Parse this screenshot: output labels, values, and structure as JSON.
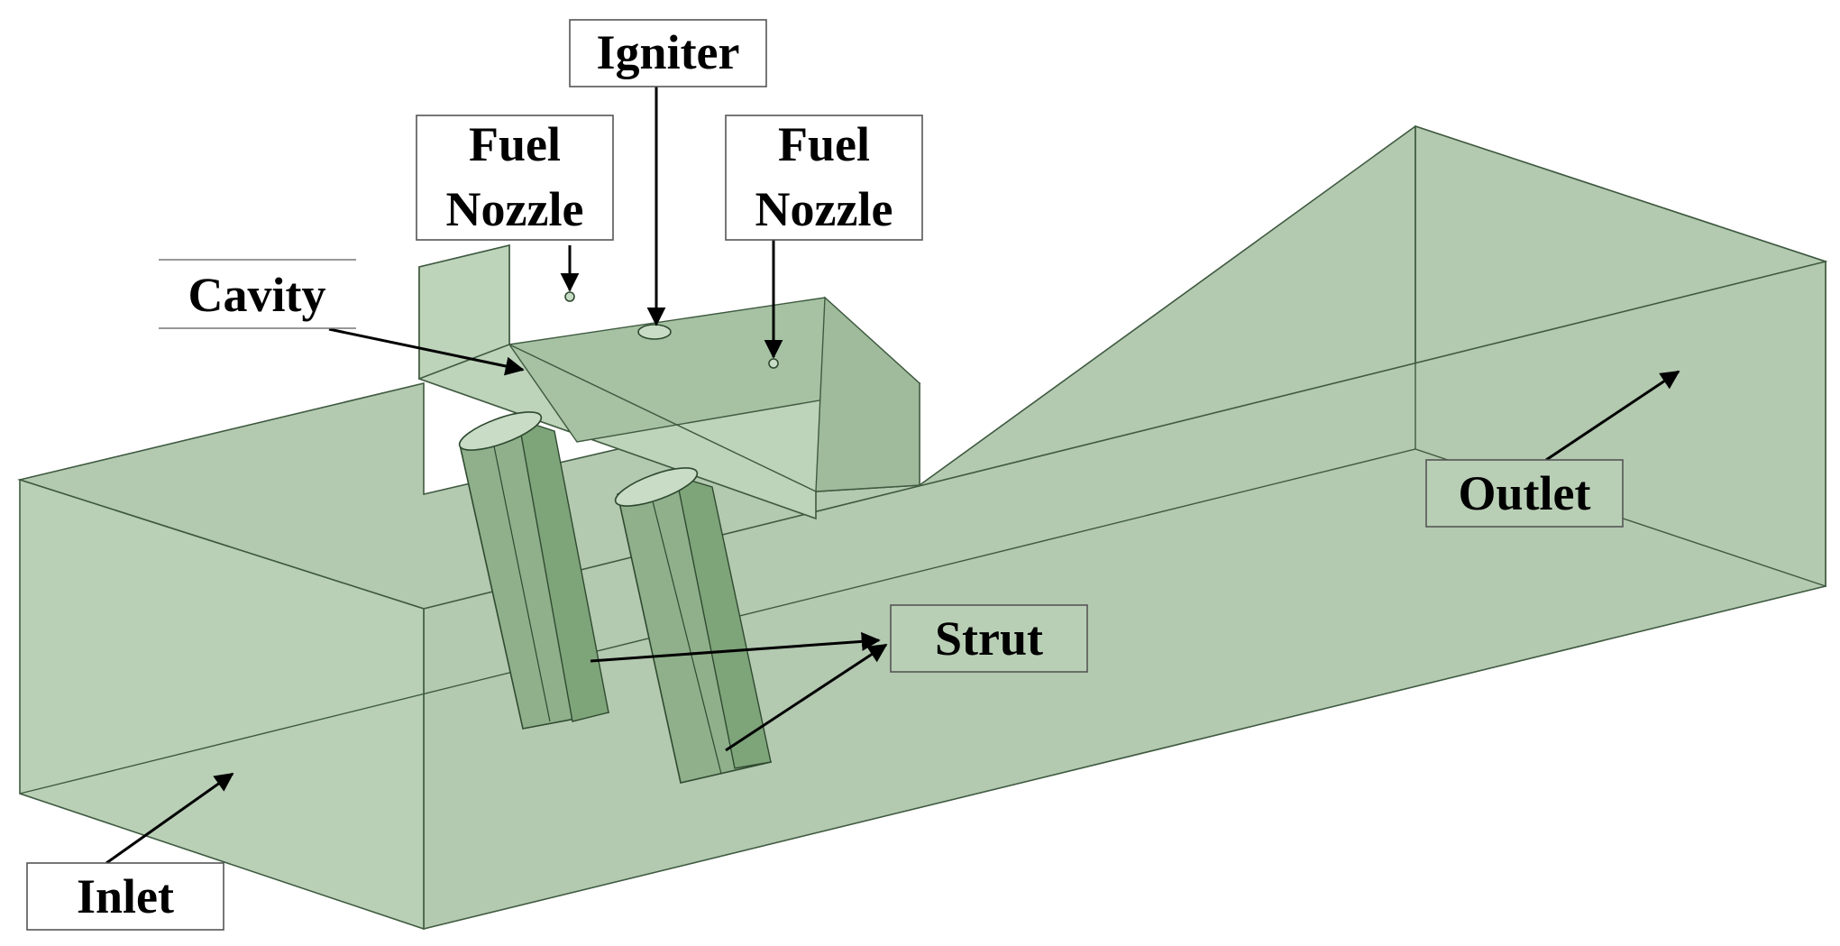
{
  "labels": {
    "igniter": "Igniter",
    "fuel_nozzle_left_line1": "Fuel",
    "fuel_nozzle_left_line2": "Nozzle",
    "fuel_nozzle_right_line1": "Fuel",
    "fuel_nozzle_right_line2": "Nozzle",
    "cavity": "Cavity",
    "outlet": "Outlet",
    "strut": "Strut",
    "inlet": "Inlet"
  },
  "colors": {
    "body": "#b3c9b0",
    "strut": "#8fb08b",
    "edges": "#3f5a40",
    "arrows": "#000000"
  }
}
